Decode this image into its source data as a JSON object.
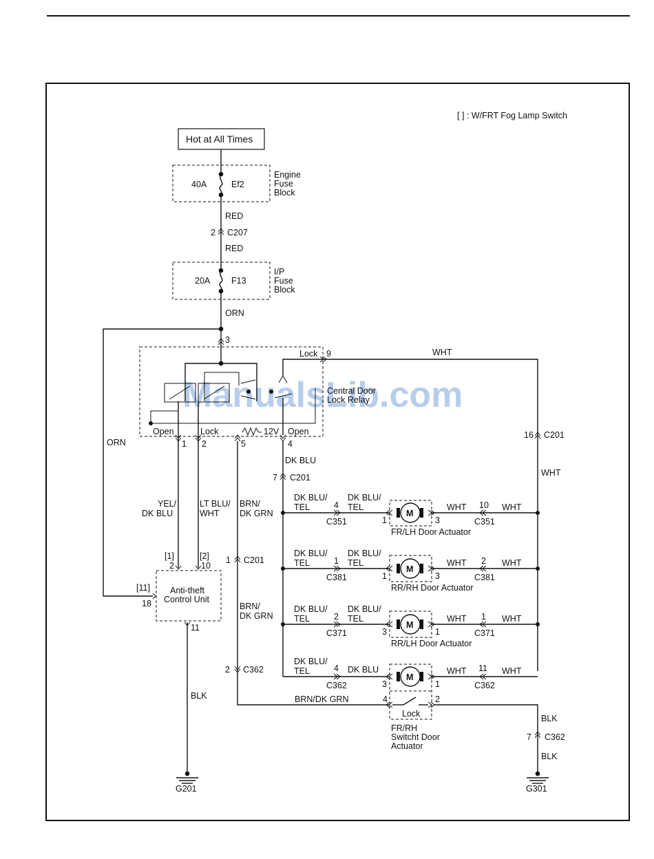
{
  "note": "[ ] : W/FRT Fog Lamp Switch",
  "watermark": "ManualsLib.com",
  "power": {
    "label": "Hot at All Times"
  },
  "engine_fuse": {
    "rating": "40A",
    "id": "Ef2",
    "block_line1": "Engine",
    "block_line2": "Fuse",
    "block_line3": "Block"
  },
  "ip_fuse": {
    "rating": "20A",
    "id": "F13",
    "block_line1": "I/P",
    "block_line2": "Fuse",
    "block_line3": "Block"
  },
  "wires": {
    "red1": "RED",
    "red2": "RED",
    "orn1": "ORN",
    "orn2": "ORN",
    "dkblu": "DK BLU",
    "wht_top": "WHT",
    "wht_right": "WHT",
    "yel1": "YEL/",
    "yel2": "DK BLU",
    "ltblu1": "LT BLU/",
    "ltblu2": "WHT",
    "brn1": "BRN/",
    "brn2": "DK GRN",
    "brn3": "BRN/",
    "brn4": "DK GRN",
    "blk_left": "BLK",
    "blk_right1": "BLK",
    "blk_right2": "BLK",
    "brn_dkgrn": "BRN/DK GRN",
    "dkblu_tel1": "DK BLU/",
    "dkblu_tel2": "TEL",
    "dkblu_plain": "DK BLU",
    "wht": "WHT"
  },
  "connectors": {
    "c207_pin": "2",
    "c207": "C207",
    "relay_pin3": "3",
    "relay_pin9": "9",
    "c201_pin16": "16",
    "c201_a": "C201",
    "relay_pin1": "1",
    "relay_pin2": "2",
    "relay_pin5": "5",
    "relay_pin4": "4",
    "c201_pin7": "7",
    "c201_b": "C201",
    "c201_pin1": "1",
    "c201_c": "C201",
    "c362_pin2": "2",
    "c362_a": "C362",
    "c362_pin7": "7",
    "c362_b": "C362"
  },
  "relay": {
    "name_line1": "Central Door",
    "name_line2": "Lock Relay",
    "lock_top": "Lock",
    "open_left": "Open",
    "lock_bottom": "Lock",
    "v12": "12V",
    "open_right": "Open"
  },
  "anti_theft": {
    "name_line1": "Anti-theft",
    "name_line2": "Control Unit",
    "pin2_alt": "[1]",
    "pin2": "2",
    "pin10_alt": "[2]",
    "pin10": "10",
    "pin18_alt": "[11]",
    "pin18": "18",
    "pin11": "11"
  },
  "actuators": [
    {
      "name": "FR/LH Door Actuator",
      "left_pin": "4",
      "left_conn": "C351",
      "act_left_pin": "1",
      "act_right_pin": "3",
      "right_pin": "10",
      "right_conn": "C351"
    },
    {
      "name": "RR/RH Door Actuator",
      "left_pin": "1",
      "left_conn": "C381",
      "act_left_pin": "1",
      "act_right_pin": "3",
      "right_pin": "2",
      "right_conn": "C381"
    },
    {
      "name": "RR/LH Door Actuator",
      "left_pin": "2",
      "left_conn": "C371",
      "act_left_pin": "3",
      "act_right_pin": "1",
      "right_pin": "1",
      "right_conn": "C371"
    },
    {
      "name": "",
      "left_pin": "4",
      "left_conn": "C362",
      "act_left_pin": "3",
      "act_right_pin": "1",
      "right_pin": "11",
      "right_conn": "C362"
    }
  ],
  "motor_symbol": "M",
  "switch_actuator": {
    "name_line1": "FR/RH",
    "name_line2": "Switcht Door",
    "name_line3": "Actuator",
    "switch_label": "Lock",
    "left_pin": "4",
    "right_pin": "2"
  },
  "grounds": {
    "left": "G201",
    "right": "G301"
  }
}
